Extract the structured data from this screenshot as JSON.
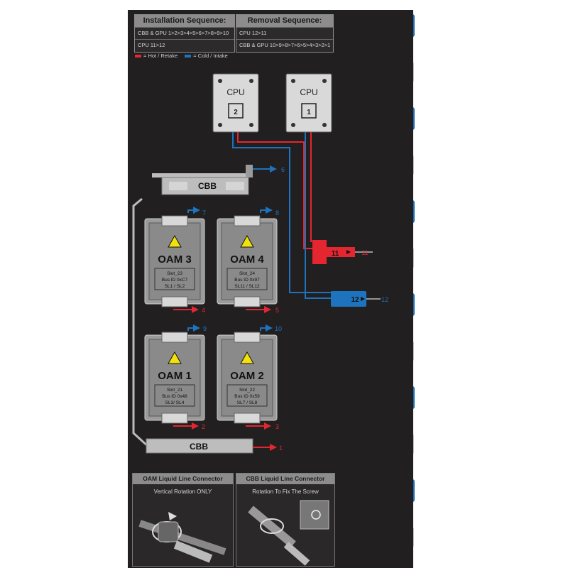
{
  "installation": {
    "title": "Installation Sequence:",
    "rows": [
      "CBB & GPU 1>2>3>4>5>6>7>8>9>10",
      "CPU 11>12"
    ]
  },
  "removal": {
    "title": "Removal Sequence:",
    "rows": [
      "CPU 12>11",
      "CBB & GPU 10>9>8>7>6>5>4>3>2>1"
    ]
  },
  "legend": {
    "hot": "= Hot / Retake",
    "cold": "= Cold / Intake",
    "hot_color": "#e3262f",
    "cold_color": "#1e73be"
  },
  "cpus": [
    {
      "label": "CPU",
      "num": "2"
    },
    {
      "label": "CPU",
      "num": "1"
    }
  ],
  "cbb_label": "CBB",
  "oams": [
    {
      "name": "OAM 3",
      "slot": "Slot_23",
      "bus": "Bus ID 0xC7",
      "sl": "SL1 / SL2"
    },
    {
      "name": "OAM 4",
      "slot": "Slot_24",
      "bus": "Bus ID 0x97",
      "sl": "SL11 / SL12"
    },
    {
      "name": "OAM 1",
      "slot": "Slot_21",
      "bus": "Bus ID 0x48",
      "sl": "SL3/ SL4"
    },
    {
      "name": "OAM 2",
      "slot": "Slot_22",
      "bus": "Bus ID 0x59",
      "sl": "SL7 / SL8"
    }
  ],
  "line_numbers": {
    "n1": "1",
    "n2": "2",
    "n3": "3",
    "n4": "4",
    "n5": "5",
    "n6": "6",
    "n7": "7",
    "n8": "8",
    "n9": "9",
    "n10": "10",
    "n11": "11",
    "n12": "12"
  },
  "manifold_labels": [
    "11",
    "12"
  ],
  "connectors": [
    {
      "label": "6",
      "type": "cold"
    },
    {
      "label": "5",
      "type": "hot"
    },
    {
      "label": "7",
      "type": "cold"
    },
    {
      "label": "4",
      "type": "hot"
    },
    {
      "label": "8",
      "type": "cold"
    },
    {
      "label": "11",
      "type": "hot"
    },
    {
      "label": "12",
      "type": "cold"
    },
    {
      "label": "3",
      "type": "hot"
    },
    {
      "label": "9",
      "type": "cold"
    },
    {
      "label": "2",
      "type": "hot"
    },
    {
      "label": "10",
      "type": "cold"
    },
    {
      "label": "1",
      "type": "hot"
    }
  ],
  "oam_connector": {
    "title": "OAM Liquid Line Connector",
    "subtitle": "Vertical Rotation ONLY"
  },
  "cbb_connector": {
    "title": "CBB Liquid Line Connector",
    "subtitle": "Rotation To Fix The Screw"
  }
}
